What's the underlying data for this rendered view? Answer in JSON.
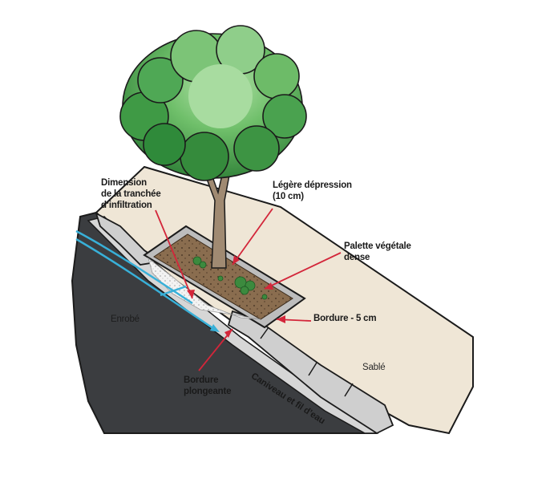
{
  "labels": {
    "dimension": "Dimension\nde la tranchée\nd’infiltration",
    "depression": "Légère dépression\n(10 cm)",
    "palette": "Palette végétale\ndense",
    "bordure5": "Bordure - 5 cm",
    "enrobe": "Enrobé",
    "sable": "Sablé",
    "plongeante": "Bordure\nplongeante",
    "caniveau": "Caniveau et fil d’eau"
  },
  "colors": {
    "asphalt": "#3b3d40",
    "sand": "#efe6d6",
    "curb": "#cfcfcf",
    "soil": "#8a6d4f",
    "gravel": "#f2f2f2",
    "foliage_dark": "#2f8a3a",
    "foliage_light": "#8fce8a",
    "trunk": "#a08a72",
    "arrow": "#d3263a",
    "water": "#38b0d8",
    "outline": "#1b1b1b"
  }
}
